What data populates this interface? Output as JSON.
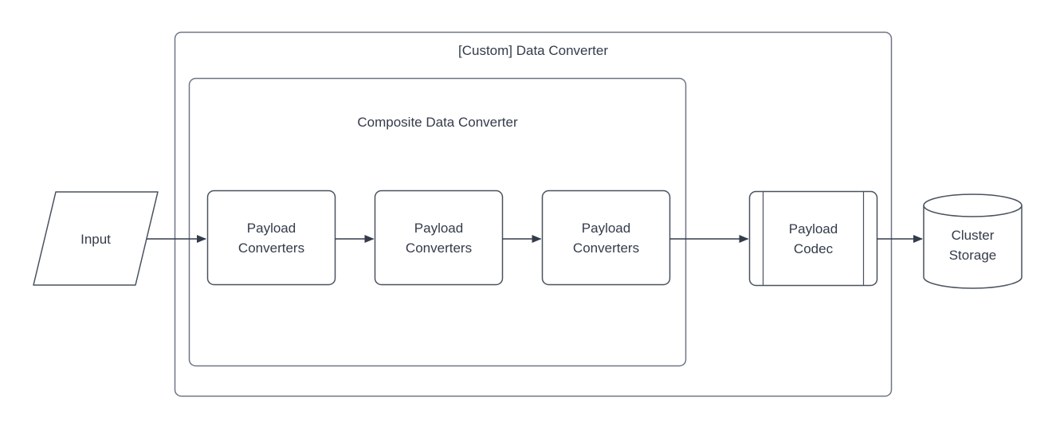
{
  "diagram": {
    "outer_group": {
      "title": "[Custom] Data Converter"
    },
    "inner_group": {
      "title": "Composite Data Converter"
    },
    "nodes": {
      "input": {
        "label": "Input",
        "shape": "parallelogram"
      },
      "converter_1": {
        "line1": "Payload",
        "line2": "Converters",
        "shape": "rounded-rectangle"
      },
      "converter_2": {
        "line1": "Payload",
        "line2": "Converters",
        "shape": "rounded-rectangle"
      },
      "converter_3": {
        "line1": "Payload",
        "line2": "Converters",
        "shape": "rounded-rectangle"
      },
      "codec": {
        "line1": "Payload",
        "line2": "Codec",
        "shape": "predefined-process"
      },
      "storage": {
        "line1": "Cluster",
        "line2": "Storage",
        "shape": "cylinder"
      }
    },
    "colors": {
      "background": "#ffffff",
      "group_stroke": "#6e7585",
      "node_stroke": "#49525f",
      "text": "#343b4a",
      "arrow": "#343b4a"
    }
  }
}
